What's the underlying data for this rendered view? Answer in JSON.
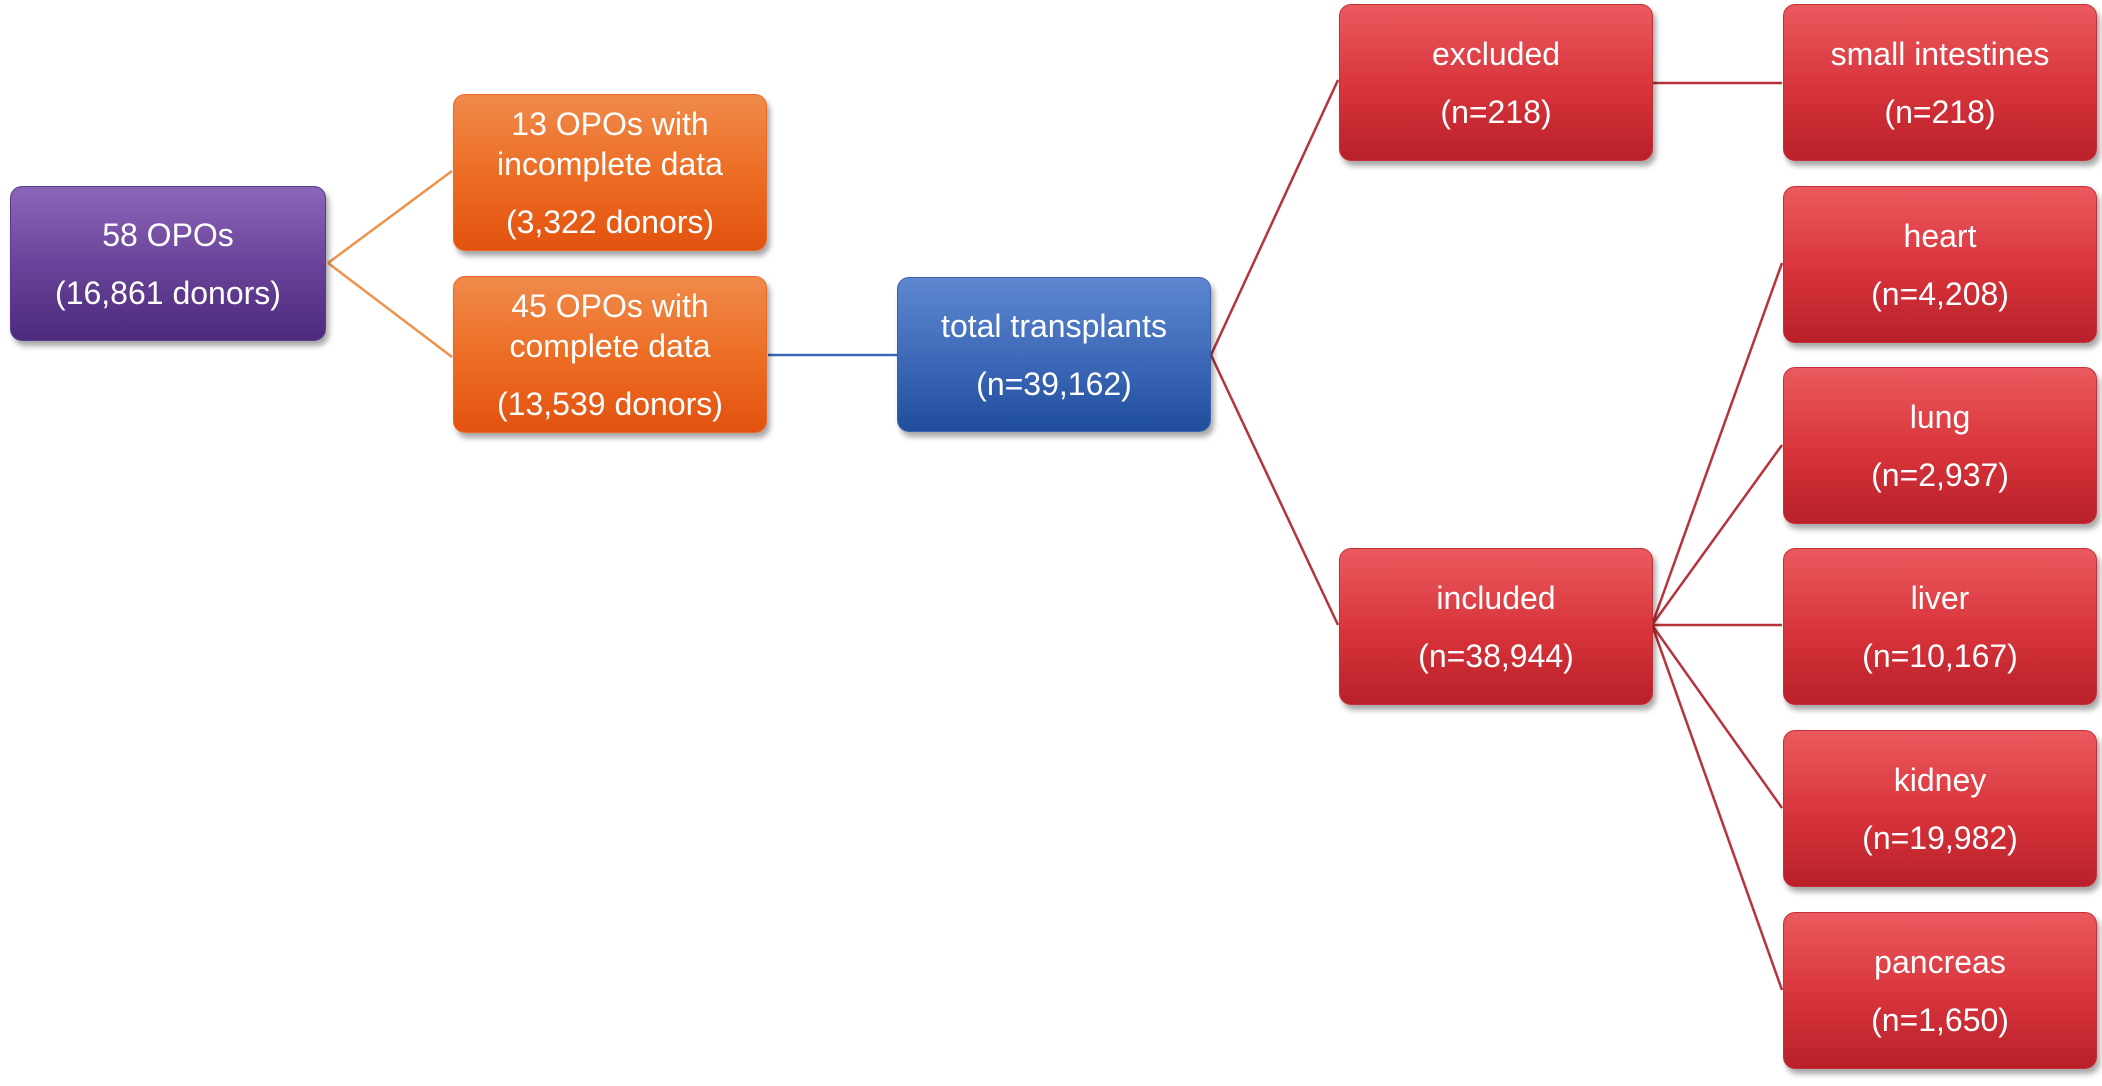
{
  "nodes": {
    "root": {
      "line1": "58 OPOs",
      "line2": "(16,861 donors)"
    },
    "incomplete": {
      "line1": "13 OPOs with\nincomplete data",
      "line2": "(3,322 donors)"
    },
    "complete": {
      "line1": "45 OPOs with\ncomplete data",
      "line2": "(13,539 donors)"
    },
    "total": {
      "line1": "total transplants",
      "line2": "(n=39,162)"
    },
    "excluded": {
      "line1": "excluded",
      "line2": "(n=218)"
    },
    "included": {
      "line1": "included",
      "line2": "(n=38,944)"
    },
    "small_intestines": {
      "line1": "small intestines",
      "line2": "(n=218)"
    },
    "heart": {
      "line1": "heart",
      "line2": "(n=4,208)"
    },
    "lung": {
      "line1": "lung",
      "line2": "(n=2,937)"
    },
    "liver": {
      "line1": "liver",
      "line2": "(n=10,167)"
    },
    "kidney": {
      "line1": "kidney",
      "line2": "(n=19,982)"
    },
    "pancreas": {
      "line1": "pancreas",
      "line2": "(n=1,650)"
    }
  },
  "colors": {
    "purple": "#6a449a",
    "orange": "#ec6b22",
    "blue": "#3c68b7",
    "red": "#d8333a",
    "orange_connector": "#f0924a",
    "blue_connector": "#3c68b7",
    "red_connector": "#b8323a"
  }
}
